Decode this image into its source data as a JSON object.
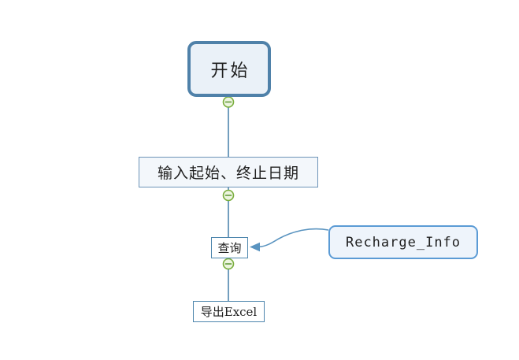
{
  "nodes": {
    "start": {
      "label": "开始"
    },
    "input_dates": {
      "label": "输入起始、终止日期"
    },
    "query": {
      "label": "查询"
    },
    "export_excel": {
      "label": "导出Excel"
    },
    "recharge_info": {
      "label": "Recharge_Info"
    }
  },
  "connectors": {
    "start_to_input": "vertical",
    "input_to_query": "vertical",
    "query_to_export": "vertical",
    "recharge_to_query": "curved-arrow"
  },
  "icons": {
    "collapse_toggle": "minus-circle-icon"
  },
  "colors": {
    "background": "#ffffff",
    "start_border": "#4f81a9",
    "start_fill": "#eaf1f8",
    "box_border": "#5d8cb3",
    "input_fill": "#f3f7fb",
    "connector_line": "#4e86ad",
    "collapse_ring": "#7aae3e",
    "collapse_fill": "#edf5e0",
    "collapse_minus": "#5d9632",
    "callout_border": "#5b9bd5",
    "callout_fill": "#eef4fb",
    "arrow": "#5a94c0",
    "text": "#1f1f1f"
  }
}
